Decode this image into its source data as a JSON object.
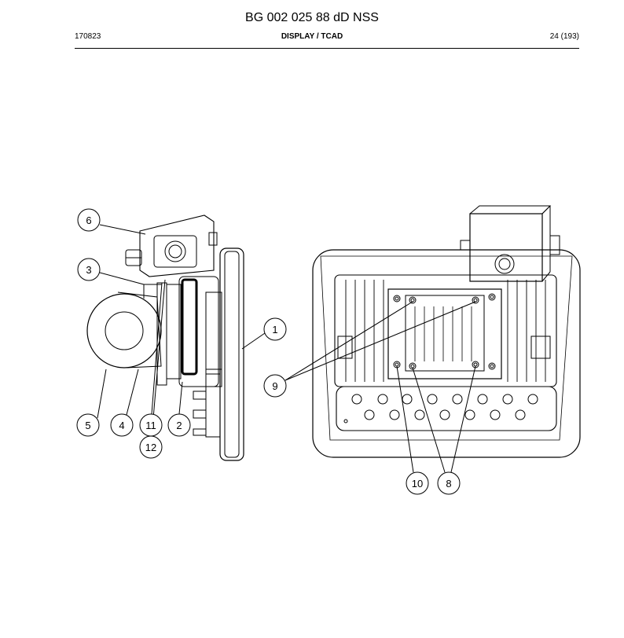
{
  "header": {
    "title": "BG 002 025 88 dD NSS",
    "doc_code": "170823",
    "section": "DISPLAY / TCAD",
    "page": "24 (193)"
  },
  "callouts": {
    "c1": "1",
    "c2": "2",
    "c3": "3",
    "c4": "4",
    "c5": "5",
    "c6": "6",
    "c8": "8",
    "c9": "9",
    "c10": "10",
    "c11": "11",
    "c12": "12"
  }
}
